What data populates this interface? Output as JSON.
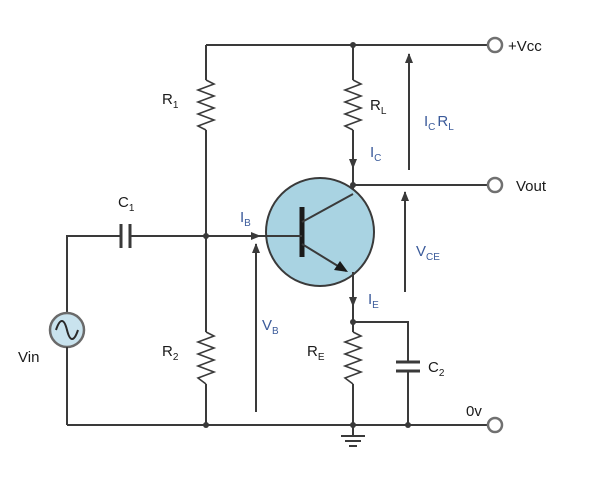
{
  "labels": {
    "vcc": "+Vcc",
    "vout": "Vout",
    "zero_v": "0v",
    "vin": "Vin",
    "r1": {
      "main": "R",
      "sub": "1"
    },
    "r2": {
      "main": "R",
      "sub": "2"
    },
    "rl": {
      "main": "R",
      "sub": "L"
    },
    "re": {
      "main": "R",
      "sub": "E"
    },
    "c1": {
      "main": "C",
      "sub": "1"
    },
    "c2": {
      "main": "C",
      "sub": "2"
    },
    "ib": {
      "main": "I",
      "sub": "B"
    },
    "ic": {
      "main": "I",
      "sub": "C"
    },
    "ie": {
      "main": "I",
      "sub": "E"
    },
    "vb": {
      "main": "V",
      "sub": "B"
    },
    "vce": {
      "main": "V",
      "sub": "CE"
    },
    "icrl": {
      "i": "I",
      "i_sub": "C",
      "r": "R",
      "r_sub": "L"
    }
  },
  "colors": {
    "wire": "#3a3a3a",
    "transistor_fill": "#a9d3e2",
    "source_fill": "#c9e3ee",
    "current_label": "#3a5a9a",
    "terminal": "#707070"
  }
}
